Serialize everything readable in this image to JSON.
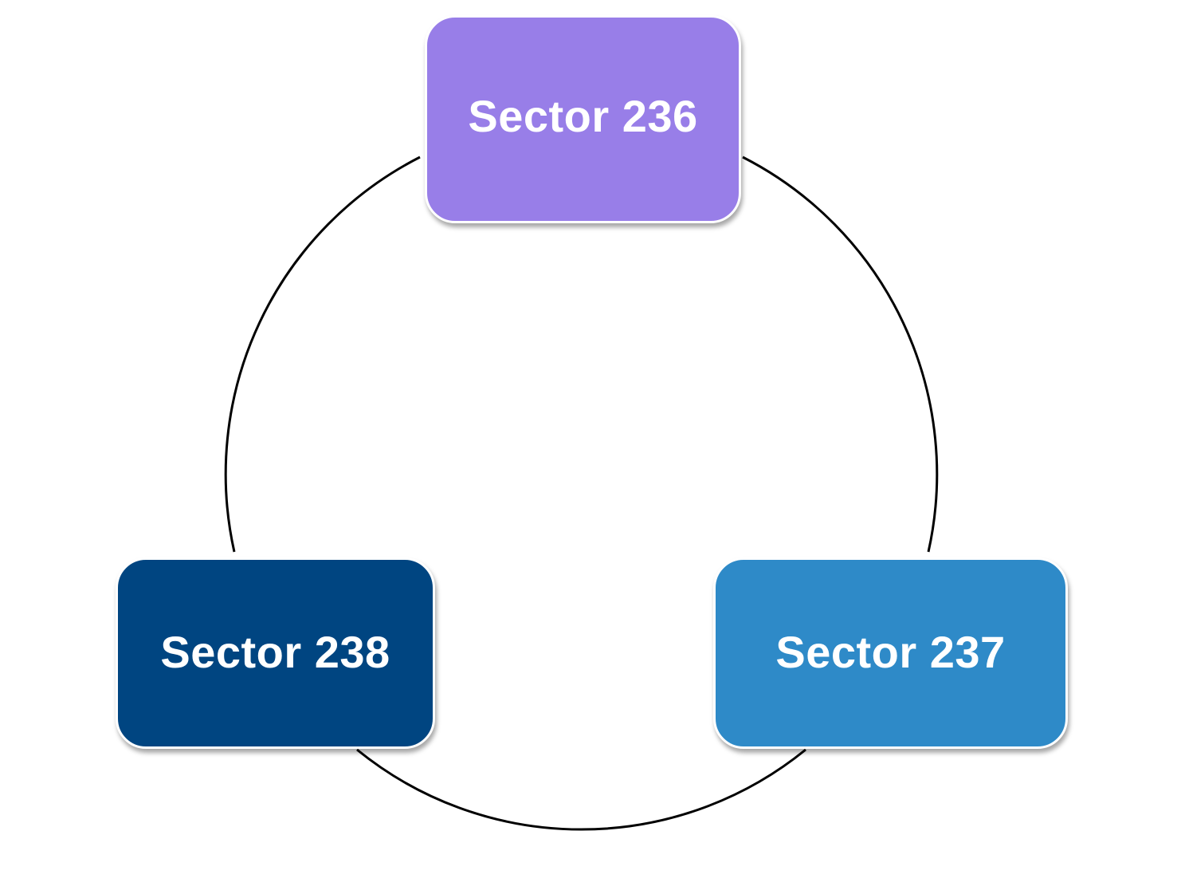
{
  "diagram": {
    "type": "cycle",
    "connector_color": "#000000",
    "nodes": [
      {
        "id": "top",
        "label": "Sector 236",
        "color": "#987ee8"
      },
      {
        "id": "right",
        "label": "Sector 237",
        "color": "#2e8ac8"
      },
      {
        "id": "left",
        "label": "Sector 238",
        "color": "#004581"
      }
    ]
  }
}
